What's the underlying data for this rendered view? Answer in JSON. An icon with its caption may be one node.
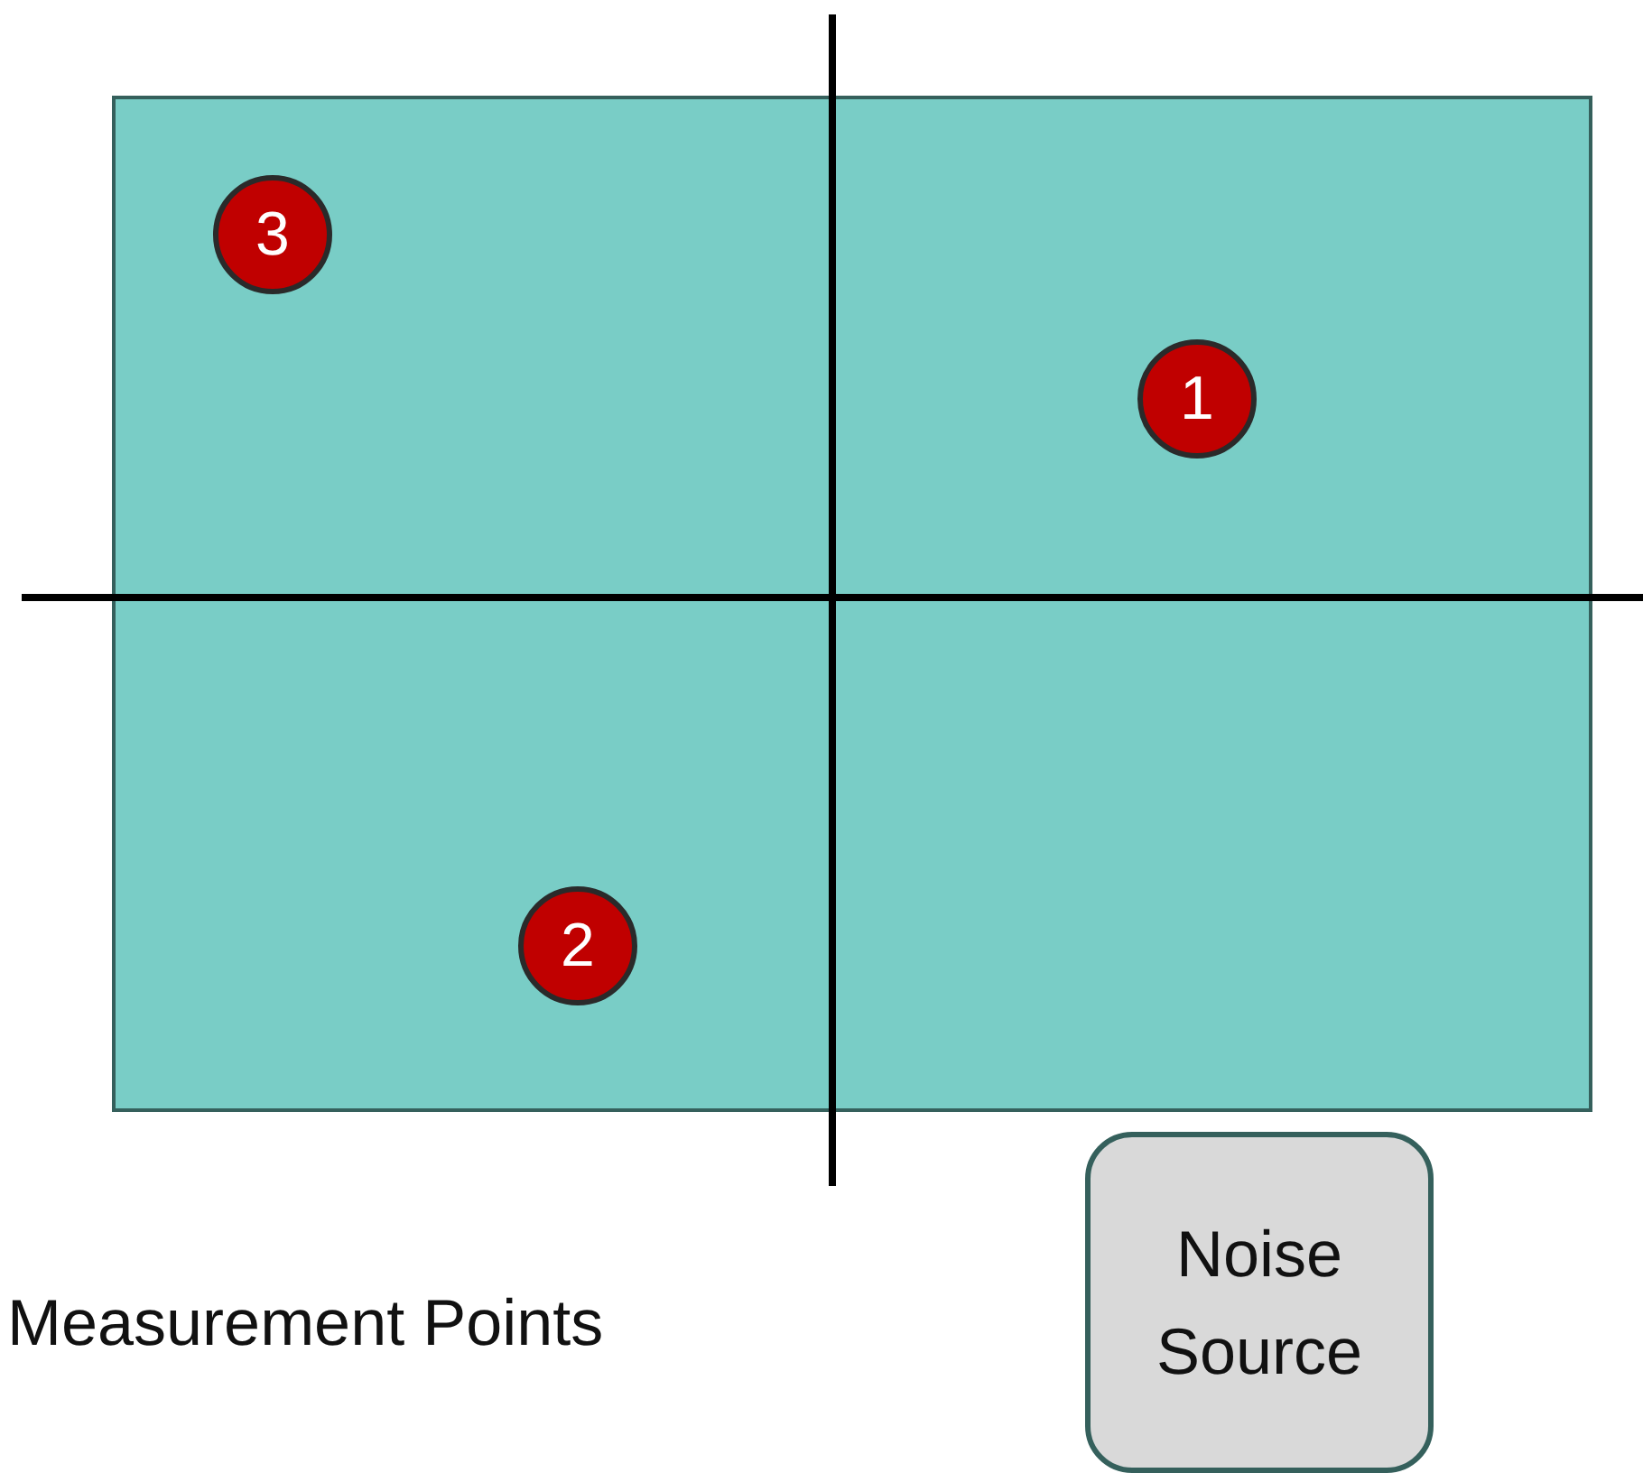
{
  "diagram": {
    "nodes": [
      {
        "text": [],
        "shape": "box"
      },
      {
        "text": [
          "3"
        ],
        "in": 0
      },
      {
        "text": [
          "1"
        ],
        "in": 0
      },
      {
        "text": [
          "2"
        ],
        "in": 0
      },
      {
        "text": [
          "Noise Source"
        ]
      }
    ],
    "edges": [],
    "labels": [
      "Measurement Points"
    ]
  }
}
